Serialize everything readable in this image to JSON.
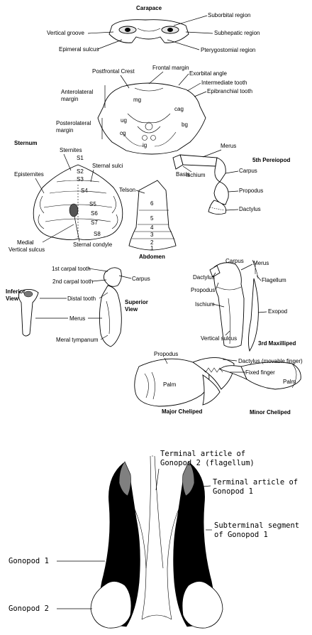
{
  "carapace_top": {
    "title": "Carapace",
    "labels": {
      "suborbital": "Suborbital region",
      "subhepatic": "Subhepatic region",
      "pterygostomial": "Pterygostomial region",
      "vertical_groove": "Vertical groove",
      "epimeral_sulcus": "Epimeral sulcus"
    }
  },
  "carapace_dorsal": {
    "labels": {
      "postfrontal_crest": "Postfrontal Crest",
      "frontal_margin": "Frontal margin",
      "exorbital_angle": "Exorbital angle",
      "intermediate_tooth": "Intermediate tooth",
      "epibranchial_tooth": "Epibranchial tooth",
      "anterolateral_margin": [
        "Anterolateral",
        "margin"
      ],
      "posterolateral_margin": [
        "Posterolateral",
        "margin"
      ],
      "regions": {
        "mg": "mg",
        "cag": "cag",
        "ug": "ug",
        "cg": "cg",
        "bg": "bg",
        "ig": "ig"
      }
    }
  },
  "sternum": {
    "title": "Sternum",
    "labels": {
      "sternites": "Sternites",
      "episternites": "Episternites",
      "sternal_sulci": "Sternal sulci",
      "medial_vertical_sulcus": [
        "Medial",
        "Vertical sulcus"
      ],
      "sternal_condyle": "Sternal condyle",
      "segments": [
        "S1",
        "S2",
        "S3",
        "S4",
        "S5",
        "S6",
        "S7",
        "S8"
      ]
    }
  },
  "abdomen": {
    "title": "Abdomen",
    "telson": "Telson",
    "segments": [
      "6",
      "5",
      "4",
      "3",
      "2",
      "1"
    ]
  },
  "pereiopod": {
    "title": "5th Pereiopod",
    "labels": {
      "merus": "Merus",
      "basis": "Basis",
      "ischium": "Ischium",
      "carpus": "Carpus",
      "propodus": "Propodus",
      "dactylus": "Dactylus"
    }
  },
  "carpus_view": {
    "labels": {
      "first_carpal_tooth": "1st carpal tooth",
      "second_carpal_tooth": "2nd carpal tooth",
      "carpus": "Carpus",
      "inferior_view": [
        "Inferior",
        "View"
      ],
      "distal_tooth": "Distal tooth",
      "superior_view": [
        "Superior",
        "View"
      ],
      "merus": "Merus",
      "meral_tympanum": "Meral tympanum"
    }
  },
  "maxilliped": {
    "title": "3rd Maxilliped",
    "labels": {
      "carpus": "Carpus",
      "merus": "Merus",
      "dactylus": "Dactylus",
      "propodus": "Propodus",
      "flagellum": "Flagellum",
      "ischium": "Ischium",
      "exopod": "Exopod",
      "vertical_sulcus": "Vertical sulcus"
    }
  },
  "chelipeds": {
    "major_title": "Major Cheliped",
    "minor_title": "Minor Cheliped",
    "labels": {
      "propodus": "Propodus",
      "dactylus": "Dactylus (movable finger)",
      "fixed_finger": "Fixed finger",
      "palm_major": "Palm",
      "palm_minor": "Palm"
    }
  },
  "gonopods": {
    "labels": {
      "terminal_gonopod2": [
        "Terminal article of",
        "Gonopod 2 (flagellum)"
      ],
      "terminal_gonopod1": [
        "Terminal article of",
        "Gonopod 1"
      ],
      "subterminal_gonopod1": [
        "Subterminal segment",
        "of Gonopod 1"
      ],
      "gonopod1": "Gonopod 1",
      "gonopod2": "Gonopod 2"
    }
  }
}
